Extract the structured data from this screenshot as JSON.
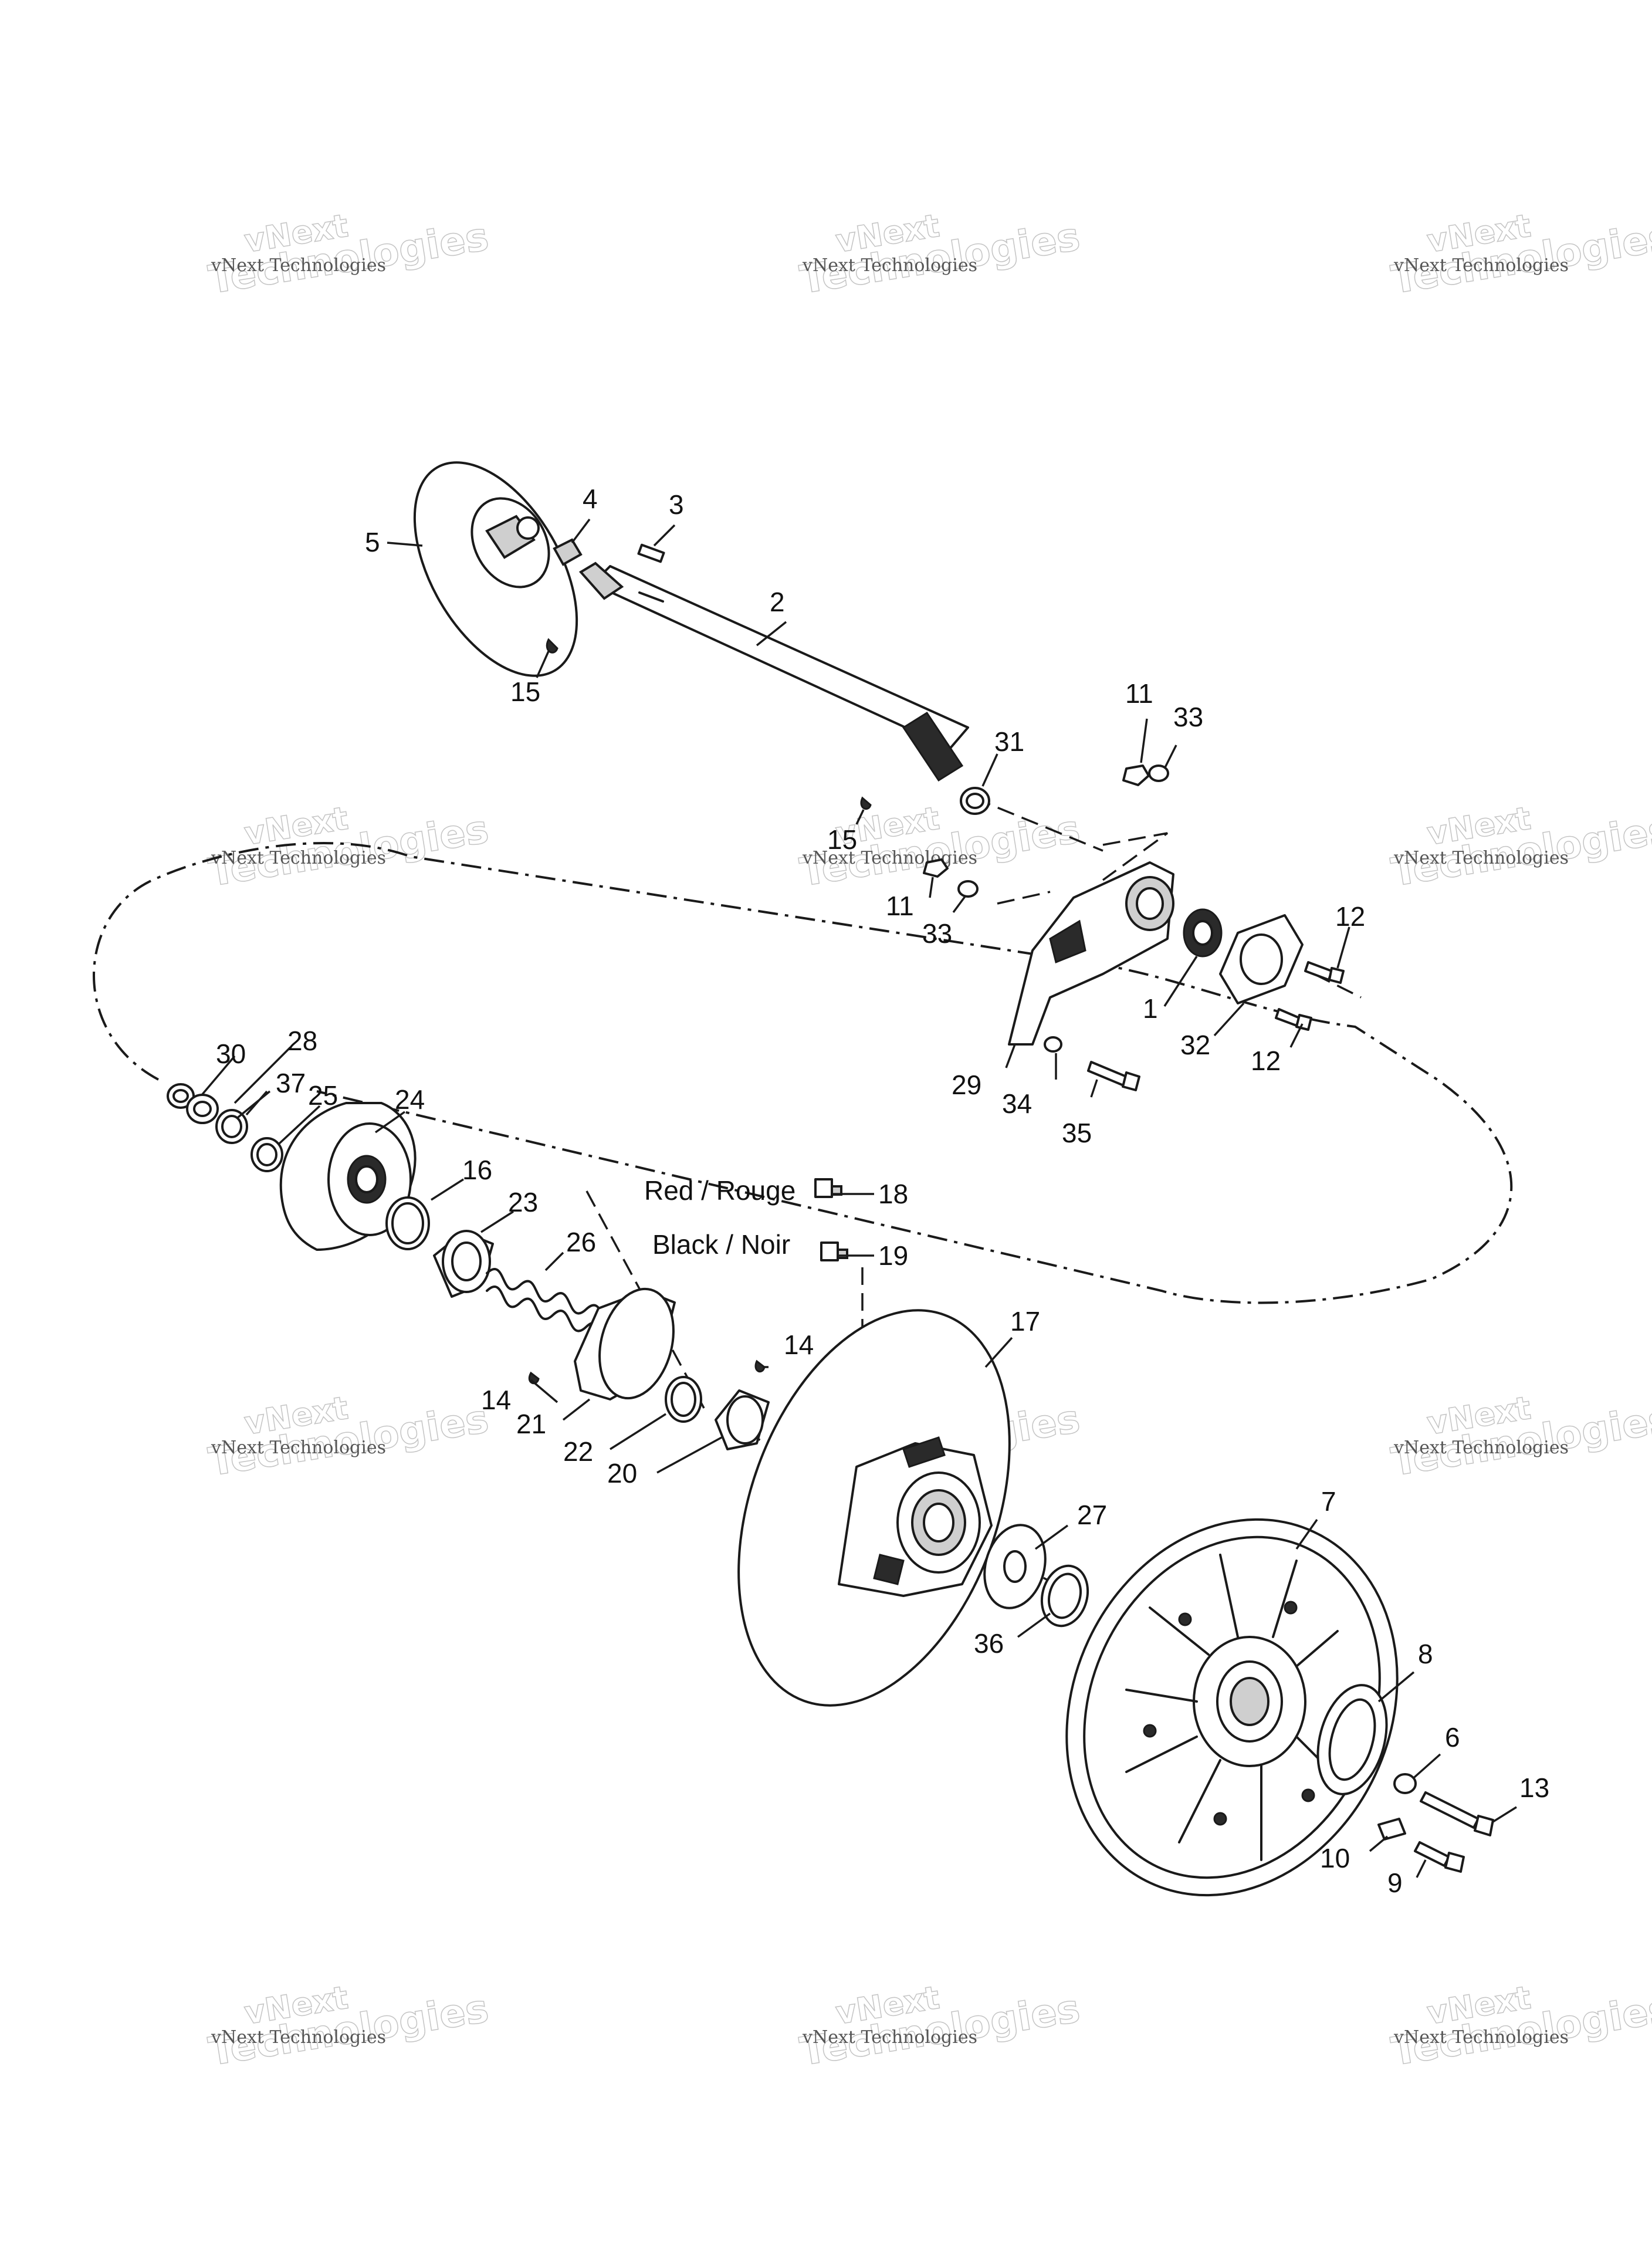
{
  "watermark": {
    "line_small": "vNext Technologies",
    "line_top": "vNext",
    "line_big": "Technologies"
  },
  "callouts": [
    "1",
    "2",
    "3",
    "4",
    "5",
    "6",
    "7",
    "8",
    "9",
    "10",
    "11",
    "11",
    "12",
    "12",
    "13",
    "14",
    "14",
    "15",
    "15",
    "16",
    "17",
    "18",
    "19",
    "20",
    "21",
    "22",
    "23",
    "24",
    "25",
    "26",
    "27",
    "28",
    "29",
    "30",
    "31",
    "32",
    "33",
    "33",
    "34",
    "35",
    "36",
    "37"
  ],
  "wire_labels": {
    "red": "Red / Rouge",
    "black": "Black / Noir"
  }
}
